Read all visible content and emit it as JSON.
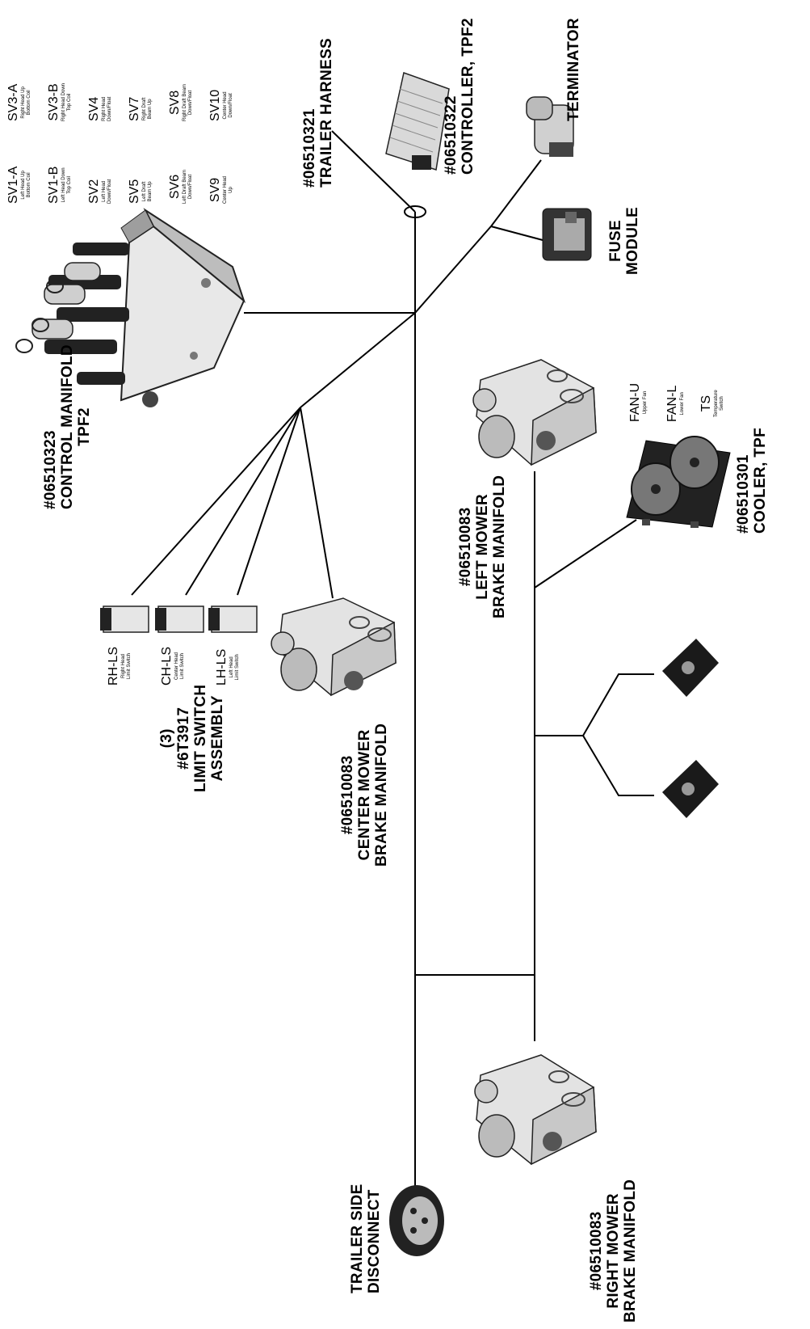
{
  "labels": {
    "control_manifold": {
      "part": "#06510323",
      "line1": "CONTROL MANIFOLD",
      "line2": "TPF2"
    },
    "trailer_harness": {
      "part": "#06510321",
      "line1": "TRAILER HARNESS"
    },
    "controller": {
      "part": "#06510322",
      "line1": "CONTROLLER, TPF2"
    },
    "terminator": {
      "line1": "TERMINATOR"
    },
    "fuse_module": {
      "line1": "FUSE",
      "line2": "MODULE"
    },
    "limit_switch": {
      "qty": "(3)",
      "part": "#6T3917",
      "line1": "LIMIT SWITCH",
      "line2": "ASSEMBLY"
    },
    "center_mower": {
      "part": "#06510083",
      "line1": "CENTER MOWER",
      "line2": "BRAKE MANIFOLD"
    },
    "left_mower": {
      "part": "#06510083",
      "line1": "LEFT MOWER",
      "line2": "BRAKE MANIFOLD"
    },
    "cooler": {
      "part": "#06510301",
      "line1": "COOLER, TPF"
    },
    "trailer_disconnect": {
      "line1": "TRAILER SIDE",
      "line2": "DISCONNECT"
    },
    "right_mower": {
      "part": "#06510083",
      "line1": "RIGHT MOWER",
      "line2": "BRAKE MANIFOLD"
    }
  },
  "solenoids": [
    {
      "code": "SV3-A",
      "d1": "Right Head Up",
      "d2": "Bottom Coil"
    },
    {
      "code": "SV3-B",
      "d1": "Right Head Down",
      "d2": "Top Coil"
    },
    {
      "code": "SV4",
      "d1": "Right Head",
      "d2": "Down/Float"
    },
    {
      "code": "SV7",
      "d1": "Right Draft",
      "d2": "Beam Up"
    },
    {
      "code": "SV8",
      "d1": "Right Draft Beam",
      "d2": "Down/Float"
    },
    {
      "code": "SV10",
      "d1": "Center Head",
      "d2": "Down/Float"
    },
    {
      "code": "SV1-A",
      "d1": "Left Head Up",
      "d2": "Bottom Coil"
    },
    {
      "code": "SV1-B",
      "d1": "Left Head Down",
      "d2": "Top Coil"
    },
    {
      "code": "SV2",
      "d1": "Left Head",
      "d2": "Down/Float"
    },
    {
      "code": "SV5",
      "d1": "Left Draft",
      "d2": "Beam Up"
    },
    {
      "code": "SV6",
      "d1": "Left Draft Beam",
      "d2": "Down/Float"
    },
    {
      "code": "SV9",
      "d1": "Center Head",
      "d2": "Up"
    }
  ],
  "limit_switches": [
    {
      "code": "RH-LS",
      "d1": "Right Head",
      "d2": "Limit Switch"
    },
    {
      "code": "CH-LS",
      "d1": "Center Head",
      "d2": "Limit Switch"
    },
    {
      "code": "LH-LS",
      "d1": "Left Head",
      "d2": "Limit Switch"
    }
  ],
  "cooler_parts": [
    {
      "code": "FAN-U",
      "d1": "Upper Fan"
    },
    {
      "code": "FAN-L",
      "d1": "Lower Fan"
    },
    {
      "code": "TS",
      "d1": "Temperature",
      "d2": "Switch"
    }
  ]
}
